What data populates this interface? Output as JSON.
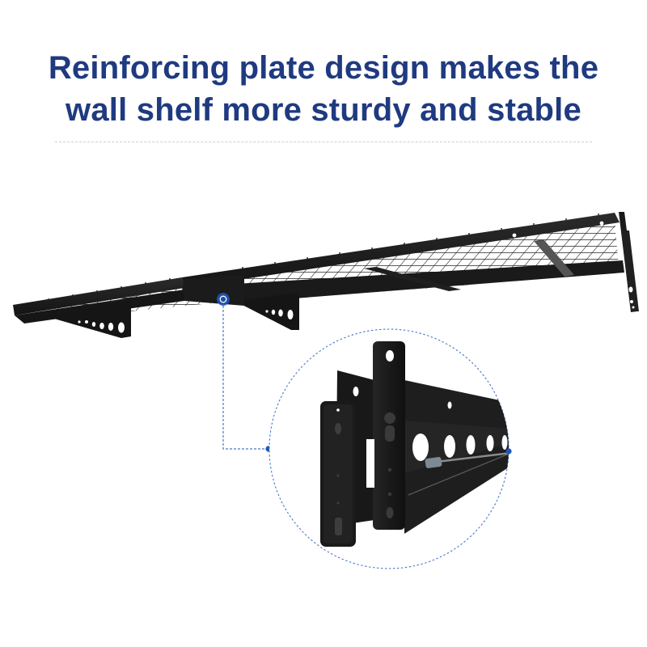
{
  "headline": {
    "line1": "Reinforcing plate design makes the",
    "line2": "wall shelf more sturdy and stable"
  },
  "colors": {
    "headline": "#1f3a80",
    "accent_marker": "#1e56b8",
    "callout_line": "#4a78c8",
    "divider": "#cfcfcf",
    "metal": "#1c1c1c",
    "background": "#ffffff"
  },
  "icons": {
    "hotspot_marker": "ring-dot-icon",
    "callout_end_dot": "dot-icon"
  },
  "images": {
    "main": "wall-mounted wire garage shelf (black)",
    "detail": "close-up of reinforcing plate on shelf bracket"
  }
}
